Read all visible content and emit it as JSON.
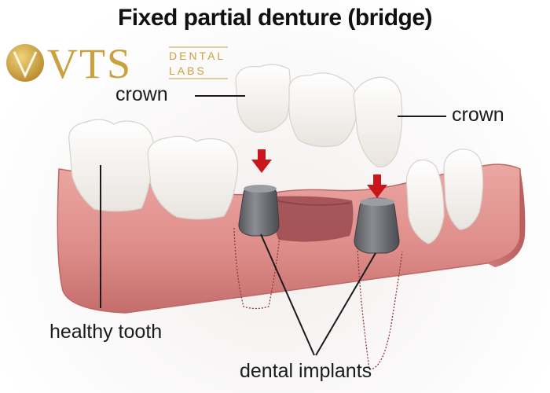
{
  "title": "Fixed partial denture (bridge)",
  "logo": {
    "main": "VTS",
    "line1": "DENTAL",
    "line2": "LABS"
  },
  "labels": {
    "crown_left": "crown",
    "crown_right": "crown",
    "healthy_tooth": "healthy tooth",
    "dental_implants": "dental implants"
  },
  "colors": {
    "gum": "#e39b98",
    "gum_dark": "#c96f6e",
    "tooth": "#f7f4f1",
    "implant": "#6b6b70",
    "arrow": "#c8161c",
    "logo_gold": "#caa13f"
  }
}
